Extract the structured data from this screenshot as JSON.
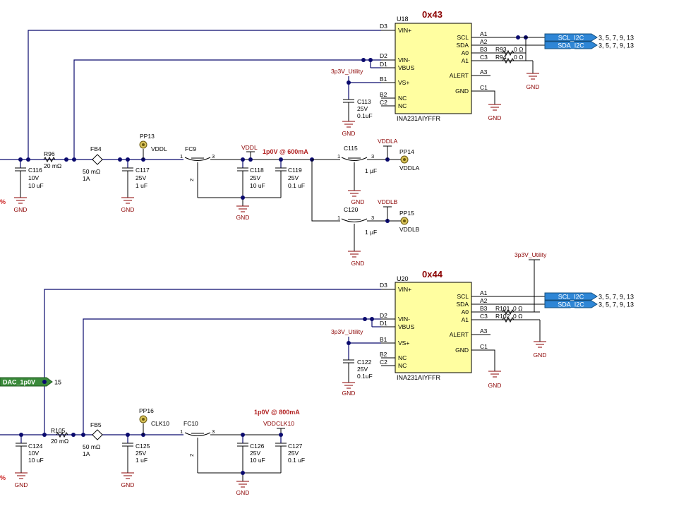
{
  "chips": [
    {
      "address": "0x43",
      "ref": "U18",
      "part": "INA231AIYFFR",
      "supply_net": "3p3V_Utility",
      "pins_left": [
        {
          "ball": "D3",
          "name": "VIN+"
        },
        {
          "ball": "D2",
          "name": "VIN-"
        },
        {
          "ball": "D1",
          "name": "VBUS"
        },
        {
          "ball": "B1",
          "name": "VS+"
        },
        {
          "ball": "B2",
          "name": "NC"
        },
        {
          "ball": "C2",
          "name": "NC"
        }
      ],
      "pins_right": [
        {
          "ball": "A1",
          "name": "SCL"
        },
        {
          "ball": "A2",
          "name": "SDA"
        },
        {
          "ball": "B3",
          "name": "A0"
        },
        {
          "ball": "C3",
          "name": "A1"
        },
        {
          "ball": "A3",
          "name": "ALERT"
        },
        {
          "ball": "C1",
          "name": "GND"
        }
      ],
      "addr_resistors": [
        {
          "ref": "R93",
          "value": "0 Ω"
        },
        {
          "ref": "R94",
          "value": "0 Ω"
        }
      ],
      "decap": {
        "ref": "C113",
        "rating": "25V",
        "value": "0.1uF"
      },
      "scl_flag": "SCL_I2C",
      "sda_flag": "SDA_I2C",
      "scl_pages": "3, 5, 7, 9, 13",
      "sda_pages": "3, 5, 7, 9, 13"
    },
    {
      "address": "0x44",
      "ref": "U20",
      "part": "INA231AIYFFR",
      "supply_net": "3p3V_Utility",
      "pins_left": [
        {
          "ball": "D3",
          "name": "VIN+"
        },
        {
          "ball": "D2",
          "name": "VIN-"
        },
        {
          "ball": "D1",
          "name": "VBUS"
        },
        {
          "ball": "B1",
          "name": "VS+"
        },
        {
          "ball": "B2",
          "name": "NC"
        },
        {
          "ball": "C2",
          "name": "NC"
        }
      ],
      "pins_right": [
        {
          "ball": "A1",
          "name": "SCL"
        },
        {
          "ball": "A2",
          "name": "SDA"
        },
        {
          "ball": "B3",
          "name": "A0"
        },
        {
          "ball": "C3",
          "name": "A1"
        },
        {
          "ball": "A3",
          "name": "ALERT"
        },
        {
          "ball": "C1",
          "name": "GND"
        }
      ],
      "addr_resistors": [
        {
          "ref": "R101",
          "value": "0 Ω"
        },
        {
          "ref": "R102",
          "value": "0 Ω"
        }
      ],
      "decap": {
        "ref": "C122",
        "rating": "25V",
        "value": "0.1uF"
      },
      "pullup_net": "3p3V_Utility",
      "scl_flag": "SCL_I2C",
      "sda_flag": "SDA_I2C",
      "scl_pages": "3, 5, 7, 9, 13",
      "sda_pages": "3, 5, 7, 9, 13"
    }
  ],
  "rail1": {
    "cin": {
      "ref": "C116",
      "rating": "10V",
      "value": "10 uF"
    },
    "shunt": {
      "ref": "R96",
      "value": "20 mΩ"
    },
    "bead": {
      "ref": "FB4",
      "value": "50 mΩ",
      "current": "1A"
    },
    "c_a": {
      "ref": "C117",
      "rating": "25V",
      "value": "1 uF"
    },
    "testpoint": {
      "ref": "PP13",
      "net": "VDDL"
    },
    "filter": {
      "ref": "FC9",
      "pin1": "1",
      "pin2": "2",
      "pin3": "3"
    },
    "out_net": "VDDL",
    "load_note": "1p0V @ 600mA",
    "c_b": {
      "ref": "C118",
      "rating": "25V",
      "value": "10 uF"
    },
    "c_c": {
      "ref": "C119",
      "rating": "25V",
      "value": "0.1 uF"
    },
    "branch_a": {
      "filter": "C115",
      "cap": "1 µF",
      "net": "VDDLA",
      "testpoint": "PP14"
    },
    "branch_b": {
      "filter": "C120",
      "cap": "1 µF",
      "net": "VDDLB",
      "testpoint": "PP15"
    }
  },
  "rail2": {
    "in_flag": "DAC_1p0V",
    "in_page": "15",
    "cin": {
      "ref": "C124",
      "rating": "10V",
      "value": "10 uF"
    },
    "shunt": {
      "ref": "R105",
      "value": "20 mΩ"
    },
    "bead": {
      "ref": "FB5",
      "value": "50 mΩ",
      "current": "1A"
    },
    "c_a": {
      "ref": "C125",
      "rating": "25V",
      "value": "1 uF"
    },
    "testpoint": {
      "ref": "PP16",
      "net": "CLK10"
    },
    "filter": {
      "ref": "FC10",
      "pin1": "1",
      "pin2": "2",
      "pin3": "3"
    },
    "out_net": "VDDCLK10",
    "load_note": "1p0V @ 800mA",
    "c_b": {
      "ref": "C126",
      "rating": "25V",
      "value": "10 uF"
    },
    "c_c": {
      "ref": "C127",
      "rating": "25V",
      "value": "0.1 uF"
    }
  },
  "gnd_label": "GND",
  "cut_text": "%",
  "colors": {
    "wire": "#0a0a6e",
    "chip": "#fffea0",
    "flag": "#2e86d6",
    "flag_green": "#3a8a3a",
    "net": "#8b0000",
    "address": "#8b0000"
  }
}
